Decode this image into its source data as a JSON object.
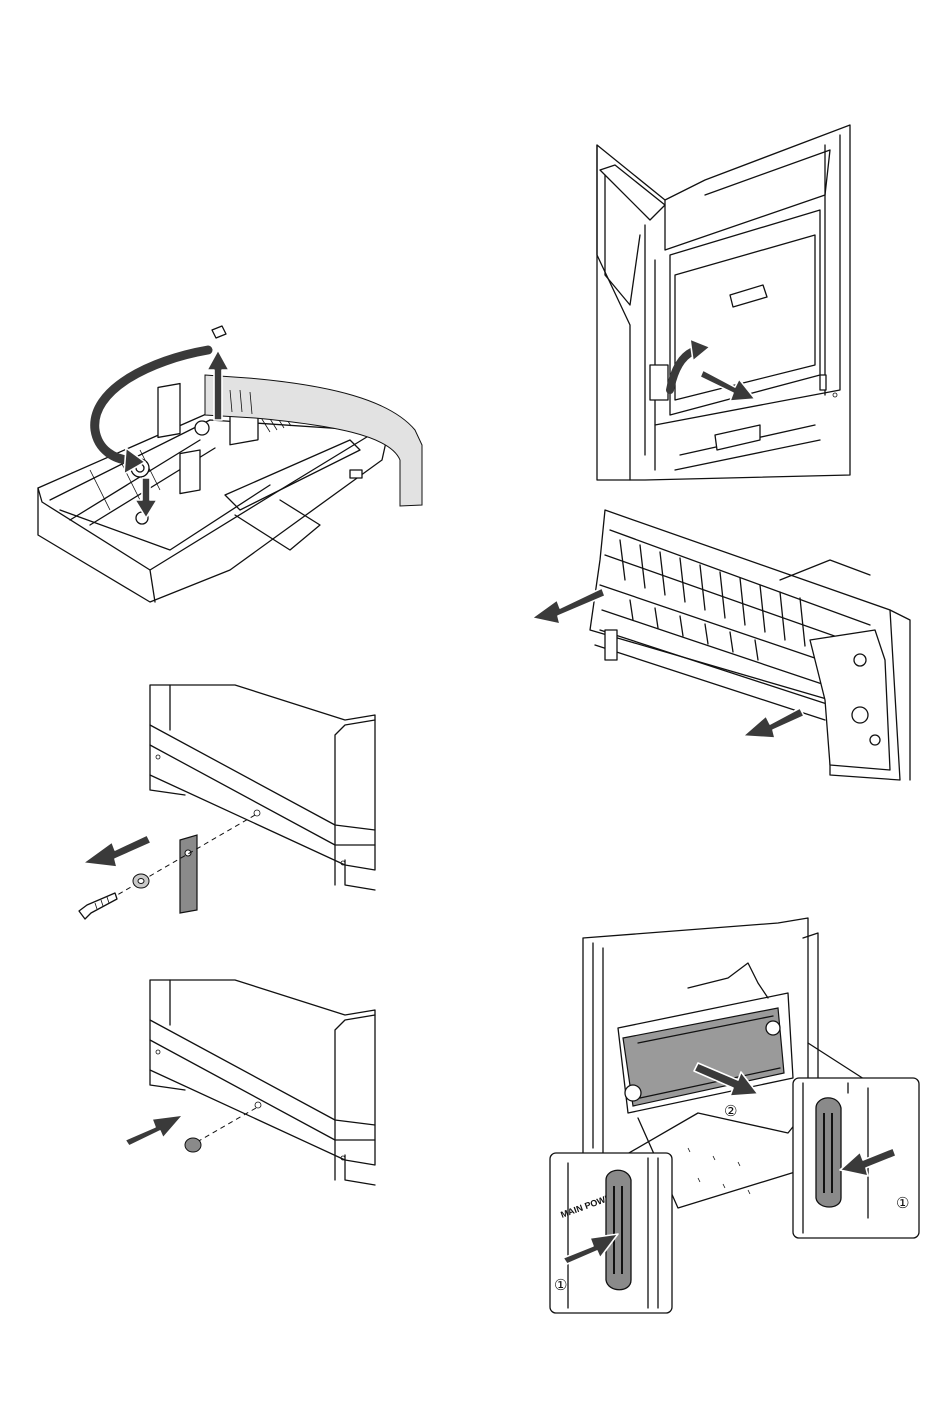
{
  "figures": {
    "cassette": {
      "name": "paper-cassette"
    },
    "front_cover": {
      "name": "front-cover"
    },
    "fusing_unit": {
      "name": "fusing-unit"
    },
    "side_panel_remove": {
      "name": "side-panel-screw-removal"
    },
    "side_panel_install": {
      "name": "side-panel-plug-install"
    },
    "main_unit": {
      "name": "main-power-release"
    }
  },
  "callouts": {
    "step1": "①",
    "step2": "②"
  },
  "labels": {
    "main_power": "MAIN POWER"
  },
  "colors": {
    "line": "#111111",
    "arrow": "#3a3a3a",
    "part_gray": "#8a8a8a"
  }
}
